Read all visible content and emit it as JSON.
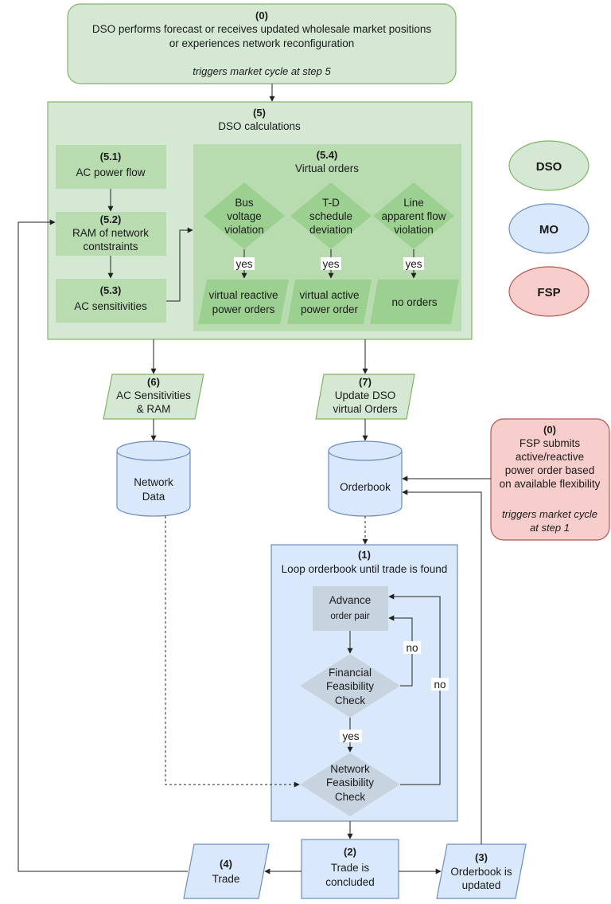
{
  "colors": {
    "dso_fill": "#d5e8d4",
    "dso_stroke": "#82b366",
    "dso_inner": "#b8dcb0",
    "dso_node": "#9cd090",
    "mo_fill": "#dae8fc",
    "mo_stroke": "#6c8ebf",
    "mo_node": "#c8d3e0",
    "fsp_fill": "#f8cecc",
    "fsp_stroke": "#b85450",
    "line": "#333333"
  },
  "legend": {
    "dso": "DSO",
    "mo": "MO",
    "fsp": "FSP"
  },
  "step0_dso": {
    "number": "(0)",
    "line1": "DSO performs forecast or receives updated wholesale market positions",
    "line2": "or experiences network reconfiguration",
    "trigger": "triggers market cycle at step 5"
  },
  "step5": {
    "number": "(5)",
    "title": "DSO calculations",
    "s51": {
      "number": "(5.1)",
      "label": "AC power flow"
    },
    "s52": {
      "number": "(5.2)",
      "line1": "RAM of network",
      "line2": "contstraints"
    },
    "s53": {
      "number": "(5.3)",
      "label": "AC sensitivities"
    },
    "s54": {
      "number": "(5.4)",
      "title": "Virtual orders",
      "d1": {
        "line1": "Bus",
        "line2": "voltage",
        "line3": "violation"
      },
      "d2": {
        "line1": "T-D",
        "line2": "schedule",
        "line3": "deviation"
      },
      "d3": {
        "line1": "Line",
        "line2": "apparent flow",
        "line3": "violation"
      },
      "yes1": "yes",
      "yes2": "yes",
      "yes3": "yes",
      "o1": {
        "line1": "virtual reactive",
        "line2": "power orders"
      },
      "o2": {
        "line1": "virtual active",
        "line2": "power order"
      },
      "o3": {
        "label": "no orders"
      }
    }
  },
  "step6": {
    "number": "(6)",
    "line1": "AC Sensitivities",
    "line2": "& RAM"
  },
  "step7": {
    "number": "(7)",
    "line1": "Update DSO",
    "line2": "virtual Orders"
  },
  "network_data": {
    "line1": "Network",
    "line2": "Data"
  },
  "orderbook": {
    "label": "Orderbook"
  },
  "fsp_step0": {
    "number": "(0)",
    "line1": "FSP submits",
    "line2": "active/reactive",
    "line3": "power order based",
    "line4": "on available flexibility",
    "trigger1": "triggers market cycle",
    "trigger2": "at step 1"
  },
  "step1": {
    "number": "(1)",
    "title": "Loop orderbook until trade is found",
    "advance": {
      "line1": "Advance",
      "line2": "order pair"
    },
    "financial": {
      "line1": "Financial",
      "line2": "Feasibility",
      "line3": "Check"
    },
    "network": {
      "line1": "Network",
      "line2": "Feasibility",
      "line3": "Check"
    },
    "no1": "no",
    "no2": "no",
    "yes": "yes"
  },
  "step2": {
    "number": "(2)",
    "line1": "Trade is",
    "line2": "concluded"
  },
  "step3": {
    "number": "(3)",
    "line1": "Orderbook is",
    "line2": "updated"
  },
  "step4": {
    "number": "(4)",
    "label": "Trade"
  }
}
